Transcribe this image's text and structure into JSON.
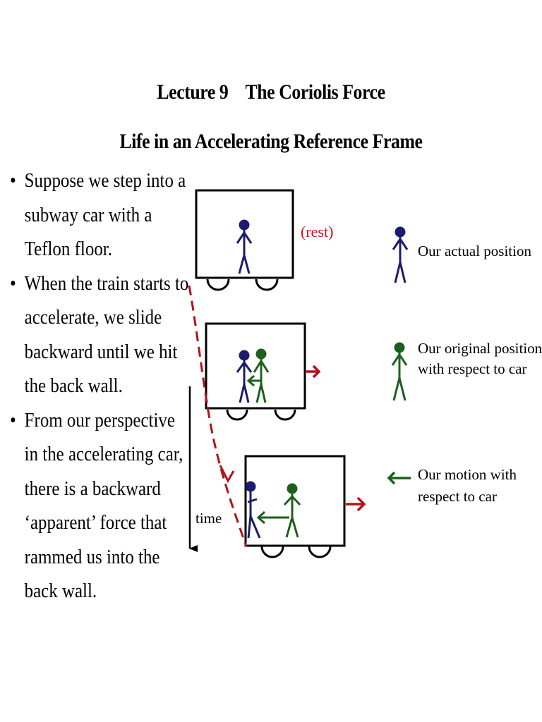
{
  "header": {
    "lecture": "Lecture 9",
    "topic": "The Coriolis Force",
    "subtitle": "Life in an Accelerating Reference Frame"
  },
  "bullets": [
    "Suppose we step into a subway car with a Teflon floor.",
    "When the train starts to accelerate, we slide backward until we hit the back wall.",
    "From our perspective in the accelerating car, there is a backward ‘apparent’ force that rammed us into the back wall."
  ],
  "diagram": {
    "rest_label": "(rest)",
    "time_label": "time",
    "legend": {
      "actual_position": "Our actual position",
      "original_position_line1": "Our original position",
      "original_position_line2": "with respect to car",
      "motion_line1": "Our motion with",
      "motion_line2": "respect to car"
    },
    "colors": {
      "actual": "#1c1c6e",
      "original": "#1d5f1d",
      "arrow_red": "#b3121b",
      "rest_text": "#c8141e"
    }
  }
}
